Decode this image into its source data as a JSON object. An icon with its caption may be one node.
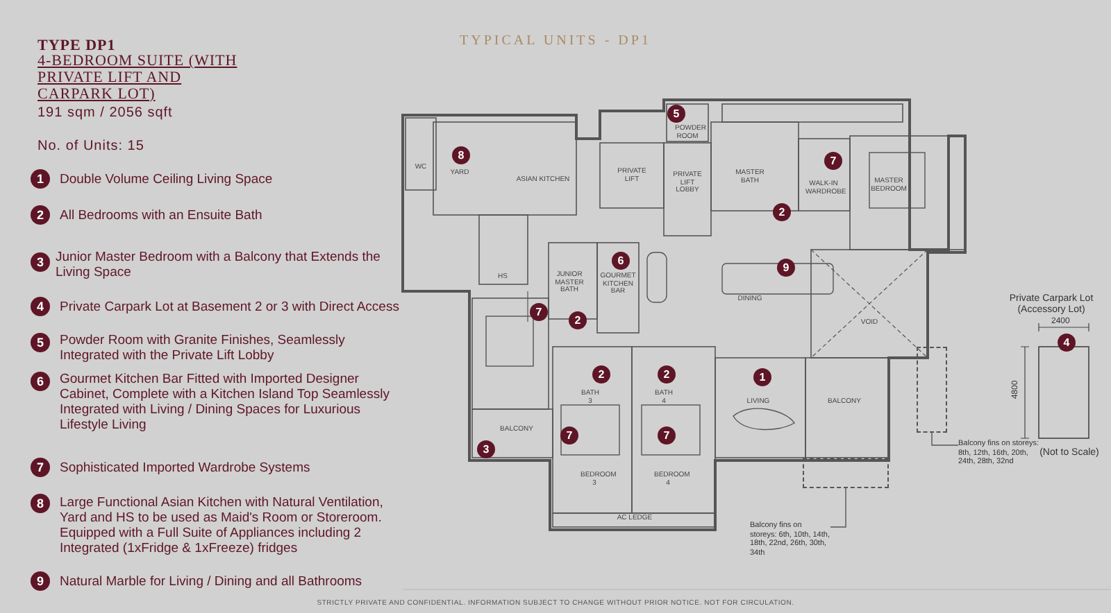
{
  "diagram": {
    "title": "TYPICAL UNITS - DP1",
    "nodes": [
      {
        "text": [],
        "shape": "box"
      },
      {
        "text": [
          "Balcony fins on storeys: 8th, 12th, 16th, 20th, 24th, 28th, 32nd"
        ]
      },
      {
        "text": [],
        "shape": "box"
      },
      {
        "text": [
          "Balcony fins on storeys: 6th, 10th, 14th, 18th, 22nd, 26th, 30th, 34th"
        ]
      }
    ],
    "edges": [
      {
        "from": 1,
        "to": 0,
        "arrow": "none"
      },
      {
        "from": 3,
        "to": 2,
        "arrow": "none"
      }
    ],
    "labels": [
      "TYPE DP1",
      "4-BEDROOM SUITE (WITH PRIVATE LIFT AND CARPARK LOT)",
      "191 sqm / 2056 sqft",
      "No. of Units: 15",
      "1",
      "Double Volume Ceiling Living Space",
      "2",
      "All Bedrooms with an Ensuite Bath",
      "3",
      "Junior Master Bedroom with a Balcony that Extends the Living Space",
      "4",
      "Private Carpark Lot at Basement 2 or 3 with Direct Access",
      "5",
      "Powder Room with Granite Finishes, Seamlessly Integrated with the Private Lift Lobby",
      "6",
      "Gourmet Kitchen Bar Fitted with Imported Designer Cabinet, Complete with a Kitchen Island Top Seamlessly Integrated with Living / Dining Spaces for Luxurious Lifestyle Living",
      "7",
      "Sophisticated Imported Wardrobe Systems",
      "8",
      "Large Functional Asian Kitchen with Natural Ventilation, Yard and HS to be used as Maid's Room or Storeroom. Equipped with a Full Suite of Appliances including 2 Integrated (1xFridge & 1xFreeze) fridges",
      "9",
      "Natural Marble for Living / Dining and all Bathrooms",
      "8",
      "5",
      "7",
      "2",
      "6",
      "7",
      "2",
      "9",
      "2",
      "2",
      "1",
      "3",
      "7",
      "7",
      "4",
      "WC",
      "YARD",
      "ASIAN KITCHEN",
      "PRIVATE LIFT",
      "PRIVATE LIFT LOBBY",
      "POWDER ROOM",
      "MASTER BATH",
      "WALK-IN WARDROBE",
      "MASTER BEDROOM",
      "HS",
      "JUNIOR MASTER BATH",
      "GOURMET KITCHEN BAR",
      "DINING",
      "VOID",
      "LIVING",
      "BALCONY",
      "BALCONY",
      "BATH 3",
      "BATH 4",
      "BEDROOM 3",
      "BEDROOM 4",
      "AC LEDGE",
      "Private Carpark Lot (Accessory Lot)",
      "2400",
      "4800",
      "(Not to Scale)",
      "STRICTLY PRIVATE AND CONFIDENTIAL. INFORMATION SUBJECT TO CHANGE WITHOUT PRIOR NOTICE. NOT FOR CIRCULATION."
    ]
  }
}
